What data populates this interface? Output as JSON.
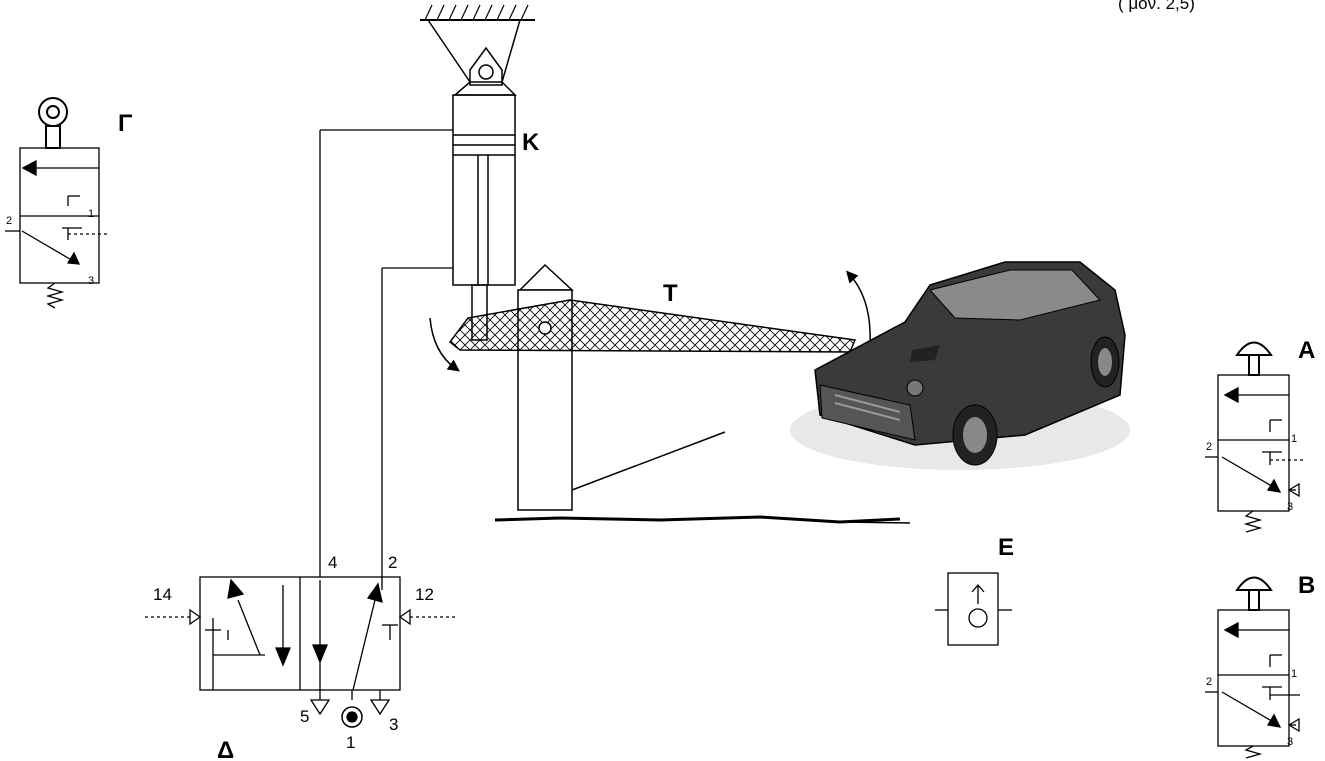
{
  "header_fragment": "( μον. 2,5)",
  "labels": {
    "gamma": "Γ",
    "k": "Κ",
    "t": "Τ",
    "a": "Α",
    "b": "Β",
    "e": "Ε",
    "delta": "Δ"
  },
  "ports": {
    "p1": "1",
    "p2": "2",
    "p3": "3",
    "p4": "4",
    "p5": "5",
    "p12": "12",
    "p14": "14"
  },
  "colors": {
    "line": "#000000",
    "car_body": "#3a3a3a",
    "car_glass": "#8a8a8a",
    "background": "#ffffff"
  }
}
